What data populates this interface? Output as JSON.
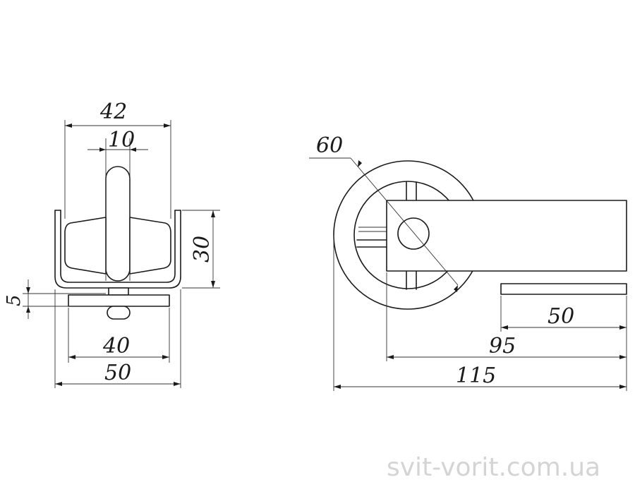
{
  "front_view": {
    "dims": {
      "width_top": "42",
      "wheel_width": "10",
      "height": "30",
      "plate_thickness": "5",
      "plate_width": "40",
      "bracket_width": "50"
    }
  },
  "side_view": {
    "dims": {
      "wheel_diameter": "60",
      "mount_length": "50",
      "body_length": "95",
      "overall_length": "115"
    }
  },
  "watermark": "svit-vorit.com.ua"
}
